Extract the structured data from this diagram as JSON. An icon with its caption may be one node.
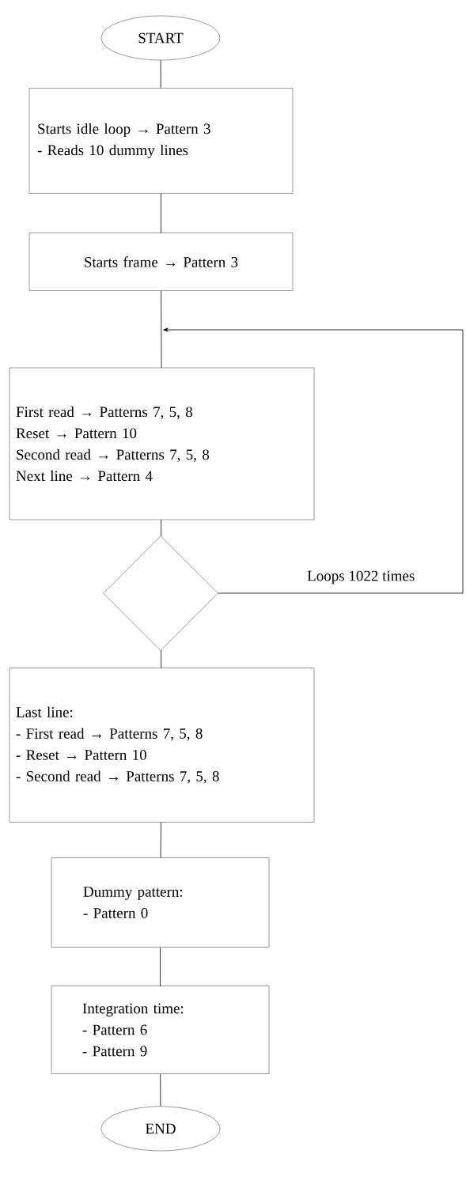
{
  "diagram": {
    "nodes": [
      {
        "text": [
          "START"
        ]
      },
      {
        "text": [
          "Starts idle loop → Pattern 3",
          "- Reads 10 dummy lines"
        ]
      },
      {
        "text": [
          "Starts frame → Pattern 3"
        ]
      },
      {
        "text": [
          "First read → Patterns 7, 5, 8",
          "Reset → Pattern 10",
          "Second read → Patterns 7, 5, 8",
          "Next line → Pattern 4"
        ]
      },
      {
        "text": [],
        "shape": "diamond"
      },
      {
        "text": [
          "Last line:",
          "- First read → Patterns 7, 5, 8",
          "- Reset → Pattern 10",
          "- Second read → Patterns 7, 5, 8"
        ]
      },
      {
        "text": [
          "Dummy pattern:",
          "- Pattern 0"
        ]
      },
      {
        "text": [
          "Integration time:",
          "- Pattern 6",
          "- Pattern 9"
        ]
      },
      {
        "text": [
          "END"
        ]
      }
    ],
    "edges": [
      {
        "from": 0,
        "to": 1,
        "arrow": "none"
      },
      {
        "from": 1,
        "to": 2,
        "arrow": "none"
      },
      {
        "from": 2,
        "to": 3,
        "arrow": "none"
      },
      {
        "from": 4,
        "to": 3,
        "arrow": "to",
        "label": "Loops 1022 times"
      },
      {
        "from": 3,
        "to": 4,
        "arrow": "none"
      },
      {
        "from": 4,
        "to": 5,
        "arrow": "none"
      },
      {
        "from": 5,
        "to": 6,
        "arrow": "none"
      },
      {
        "from": 6,
        "to": 7,
        "arrow": "none"
      },
      {
        "from": 7,
        "to": 8,
        "arrow": "none"
      }
    ]
  }
}
